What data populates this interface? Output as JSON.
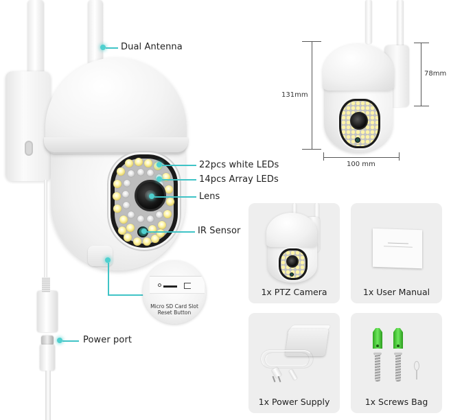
{
  "product_diagram": {
    "callouts": {
      "dual_antenna": "Dual Antenna",
      "white_leds": "22pcs white LEDs",
      "array_leds": "14pcs Array LEDs",
      "lens": "Lens",
      "ir_sensor": "IR Sensor",
      "power_port": "Power port"
    },
    "sd_inset": {
      "line1": "Micro SD Card Slot",
      "line2": "Reset Button"
    },
    "accent_color": "#4fd0cf"
  },
  "dimensions": {
    "height_total": "131mm",
    "height_head": "78mm",
    "width": "100 mm"
  },
  "package_contents": [
    {
      "label": "1x PTZ Camera",
      "icon": "ptz-camera"
    },
    {
      "label": "1x User Manual",
      "icon": "user-manual"
    },
    {
      "label": "1x Power Supply",
      "icon": "power-supply"
    },
    {
      "label": "1x Screws Bag",
      "icon": "screws-bag"
    }
  ]
}
